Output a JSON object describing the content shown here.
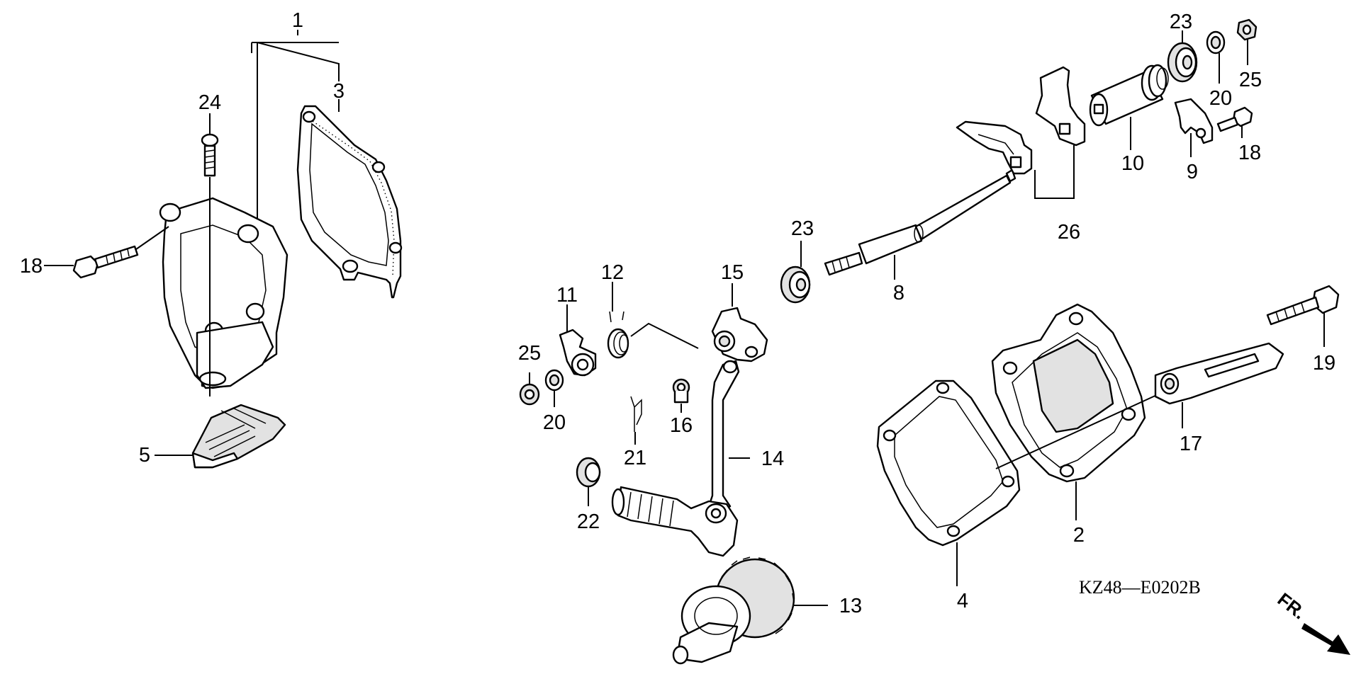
{
  "diagram": {
    "drawing_code": "KZ48—E0202B",
    "direction_label": "FR.",
    "callouts": {
      "n1": "1",
      "n2": "2",
      "n3": "3",
      "n4": "4",
      "n5": "5",
      "n8": "8",
      "n9": "9",
      "n10": "10",
      "n11": "11",
      "n12": "12",
      "n13": "13",
      "n14": "14",
      "n15": "15",
      "n16": "16",
      "n17": "17",
      "n18a": "18",
      "n18b": "18",
      "n19": "19",
      "n20a": "20",
      "n20b": "20",
      "n21": "21",
      "n22": "22",
      "n23a": "23",
      "n23b": "23",
      "n24": "24",
      "n25a": "25",
      "n25b": "25",
      "n26": "26"
    }
  }
}
